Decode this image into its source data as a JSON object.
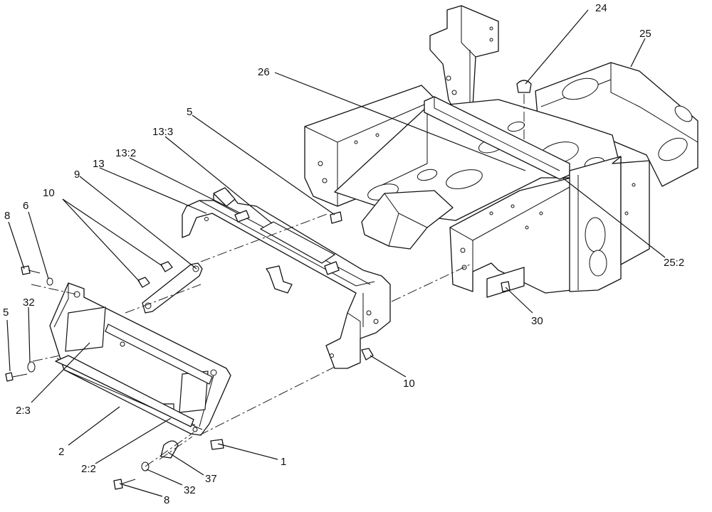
{
  "callouts": [
    {
      "id": "24",
      "text": "24"
    },
    {
      "id": "25",
      "text": "25"
    },
    {
      "id": "26",
      "text": "26"
    },
    {
      "id": "5a",
      "text": "5"
    },
    {
      "id": "13-3",
      "text": "13:3"
    },
    {
      "id": "13-2",
      "text": "13:2"
    },
    {
      "id": "13",
      "text": "13"
    },
    {
      "id": "9",
      "text": "9"
    },
    {
      "id": "10a",
      "text": "10"
    },
    {
      "id": "8a",
      "text": "8"
    },
    {
      "id": "6",
      "text": "6"
    },
    {
      "id": "32a",
      "text": "32"
    },
    {
      "id": "5b",
      "text": "5"
    },
    {
      "id": "25-2",
      "text": "25:2"
    },
    {
      "id": "30",
      "text": "30"
    },
    {
      "id": "10b",
      "text": "10"
    },
    {
      "id": "2-3",
      "text": "2:3"
    },
    {
      "id": "2",
      "text": "2"
    },
    {
      "id": "2-2",
      "text": "2:2"
    },
    {
      "id": "1",
      "text": "1"
    },
    {
      "id": "37",
      "text": "37"
    },
    {
      "id": "32b",
      "text": "32"
    },
    {
      "id": "8b",
      "text": "8"
    }
  ]
}
